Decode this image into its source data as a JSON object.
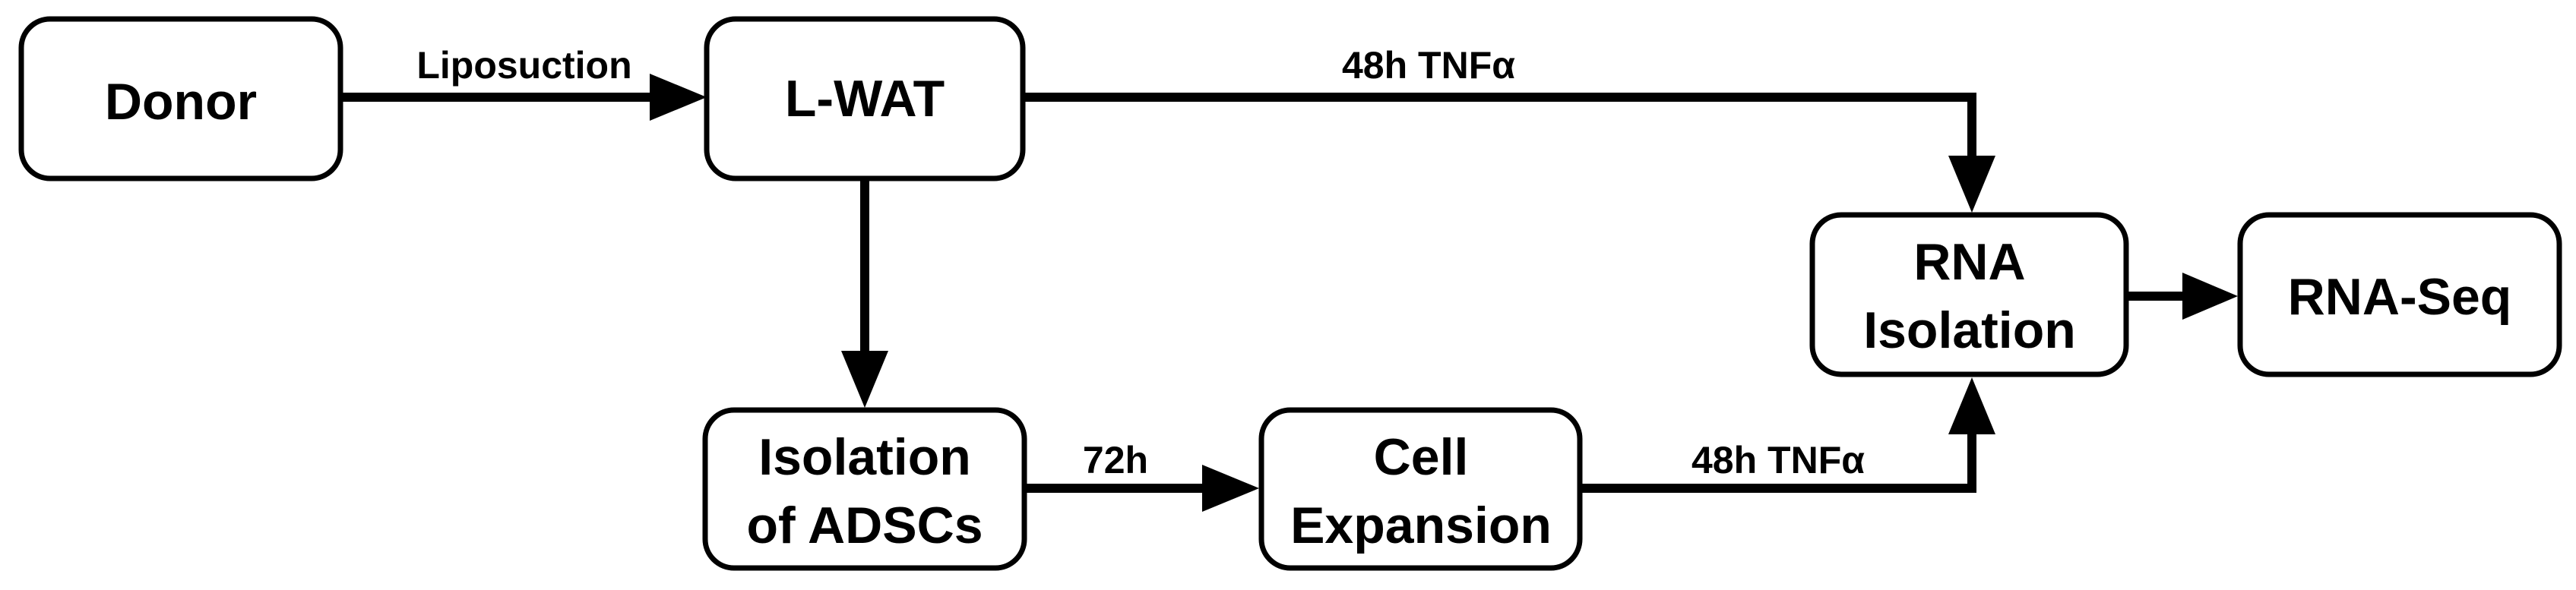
{
  "diagram": {
    "nodes": {
      "donor": {
        "lines": [
          "Donor"
        ]
      },
      "lwat": {
        "lines": [
          "L-WAT"
        ]
      },
      "adscs": {
        "lines": [
          "Isolation",
          "of ADSCs"
        ]
      },
      "cell_expansion": {
        "lines": [
          "Cell",
          "Expansion"
        ]
      },
      "rna_isolation": {
        "lines": [
          "RNA",
          "Isolation"
        ]
      },
      "rna_seq": {
        "lines": [
          "RNA-Seq"
        ]
      }
    },
    "edges": {
      "donor_to_lwat": {
        "label": "Liposuction"
      },
      "lwat_to_rna": {
        "label": "48h TNFα"
      },
      "adscs_to_expansion": {
        "label": "72h"
      },
      "expansion_to_rna": {
        "label": "48h TNFα"
      }
    }
  }
}
